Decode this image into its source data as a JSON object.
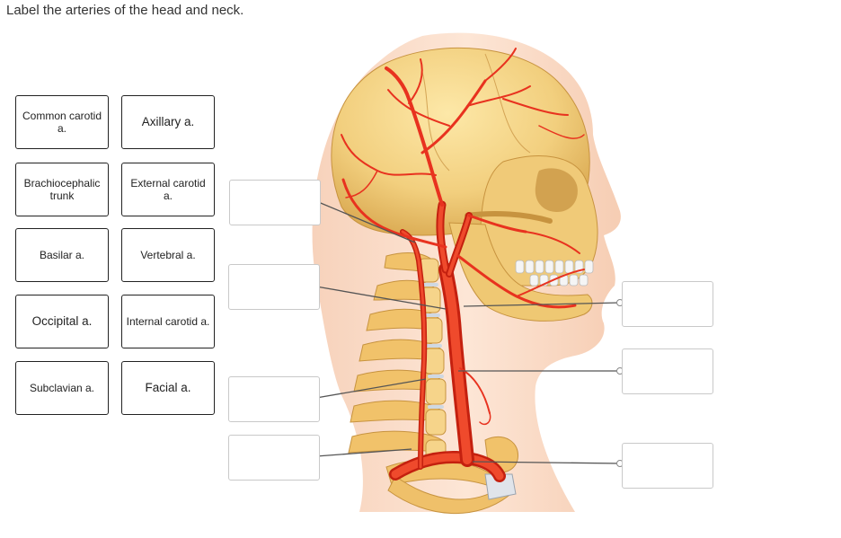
{
  "prompt": "Label the arteries of the head and neck.",
  "word_bank": [
    {
      "label": "Common carotid a."
    },
    {
      "label": "Axillary a."
    },
    {
      "label": "Brachiocephalic trunk"
    },
    {
      "label": "External carotid a."
    },
    {
      "label": "Basilar a."
    },
    {
      "label": "Vertebral a."
    },
    {
      "label": "Occipital a."
    },
    {
      "label": "Internal carotid a."
    },
    {
      "label": "Subclavian a."
    },
    {
      "label": "Facial a."
    }
  ],
  "drop_targets": [
    {
      "side": "left",
      "value": ""
    },
    {
      "side": "left",
      "value": ""
    },
    {
      "side": "right",
      "value": ""
    },
    {
      "side": "right",
      "value": ""
    },
    {
      "side": "left",
      "value": ""
    },
    {
      "side": "left",
      "value": ""
    },
    {
      "side": "right",
      "value": ""
    }
  ],
  "colors": {
    "artery": "#e8321f",
    "artery_dark": "#b71c10",
    "bone": "#f2cf7e",
    "bone_shadow": "#d9a850",
    "skin": "#fbe1cf",
    "leader_line": "#555555"
  }
}
